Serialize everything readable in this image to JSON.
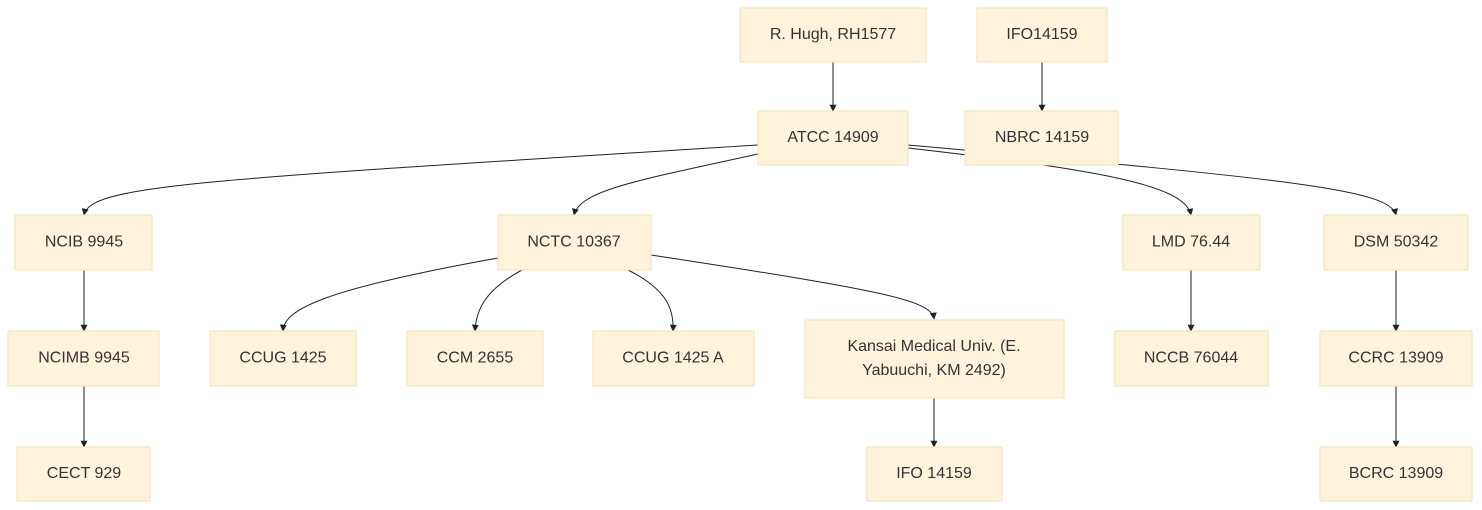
{
  "nodes": {
    "rhugh": "R. Hugh, RH1577",
    "ifo_top": "IFO14159",
    "atcc": "ATCC 14909",
    "nbrc": "NBRC 14159",
    "ncib": "NCIB 9945",
    "nctc": "NCTC 10367",
    "lmd": "LMD 76.44",
    "dsm": "DSM 50342",
    "ncimb": "NCIMB 9945",
    "ccug": "CCUG 1425",
    "ccm": "CCM 2655",
    "ccuga": "CCUG 1425 A",
    "kansai_line1": "Kansai Medical Univ. (E.",
    "kansai_line2": "Yabuuchi, KM 2492)",
    "nccb": "NCCB 76044",
    "ccrc": "CCRC 13909",
    "cect": "CECT 929",
    "ifo_bottom": "IFO 14159",
    "bcrc": "BCRC 13909"
  },
  "colors": {
    "node_fill": "#fff3dc",
    "node_stroke": "#f3e1b7",
    "edge": "#222222",
    "text": "#333333"
  }
}
